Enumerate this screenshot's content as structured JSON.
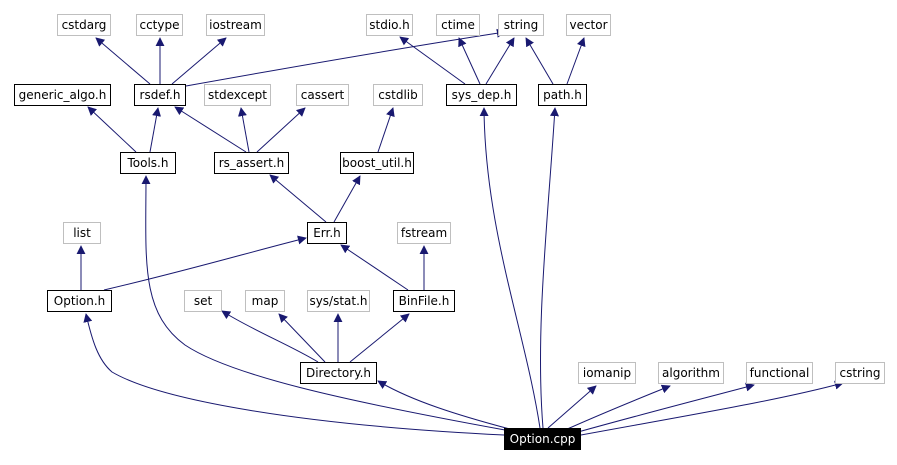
{
  "colors": {
    "edge": "#191970",
    "external_border": "#bfbfbf",
    "internal_border": "#000000",
    "root_fill": "#000000",
    "root_text": "#ffffff"
  },
  "nodes": {
    "cstdarg": "cstdarg",
    "cctype": "cctype",
    "iostream": "iostream",
    "stdio_h": "stdio.h",
    "ctime": "ctime",
    "string": "string",
    "vector": "vector",
    "generic_algo_h": "generic_algo.h",
    "rsdef_h": "rsdef.h",
    "stdexcept": "stdexcept",
    "cassert": "cassert",
    "cstdlib": "cstdlib",
    "sys_dep_h": "sys_dep.h",
    "path_h": "path.h",
    "tools_h": "Tools.h",
    "rs_assert_h": "rs_assert.h",
    "boost_util_h": "boost_util.h",
    "list": "list",
    "err_h": "Err.h",
    "fstream": "fstream",
    "option_h": "Option.h",
    "set": "set",
    "map": "map",
    "sys_stat_h": "sys/stat.h",
    "binfile_h": "BinFile.h",
    "directory_h": "Directory.h",
    "iomanip": "iomanip",
    "algorithm": "algorithm",
    "functional": "functional",
    "cstring": "cstring",
    "option_cpp": "Option.cpp"
  }
}
